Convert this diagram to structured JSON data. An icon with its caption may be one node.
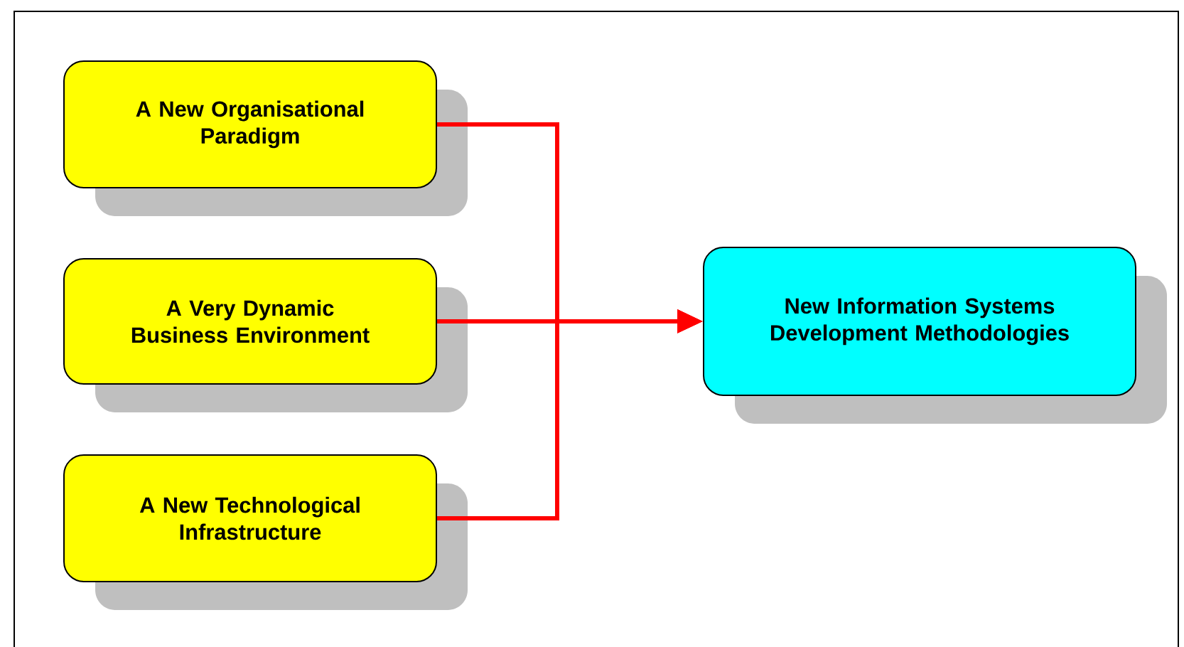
{
  "diagram": {
    "nodes": [
      {
        "text": [
          "A New Organisational Paradigm"
        ]
      },
      {
        "text": [
          "A Very Dynamic Business Environment"
        ]
      },
      {
        "text": [
          "A New Technological Infrastructure"
        ]
      },
      {
        "text": [
          "New Information Systems Development Methodologies"
        ]
      }
    ],
    "edges": [
      {
        "from": 0,
        "to": 3,
        "arrow": "to"
      },
      {
        "from": 1,
        "to": 3,
        "arrow": "to"
      },
      {
        "from": 2,
        "to": 3,
        "arrow": "to"
      }
    ]
  }
}
